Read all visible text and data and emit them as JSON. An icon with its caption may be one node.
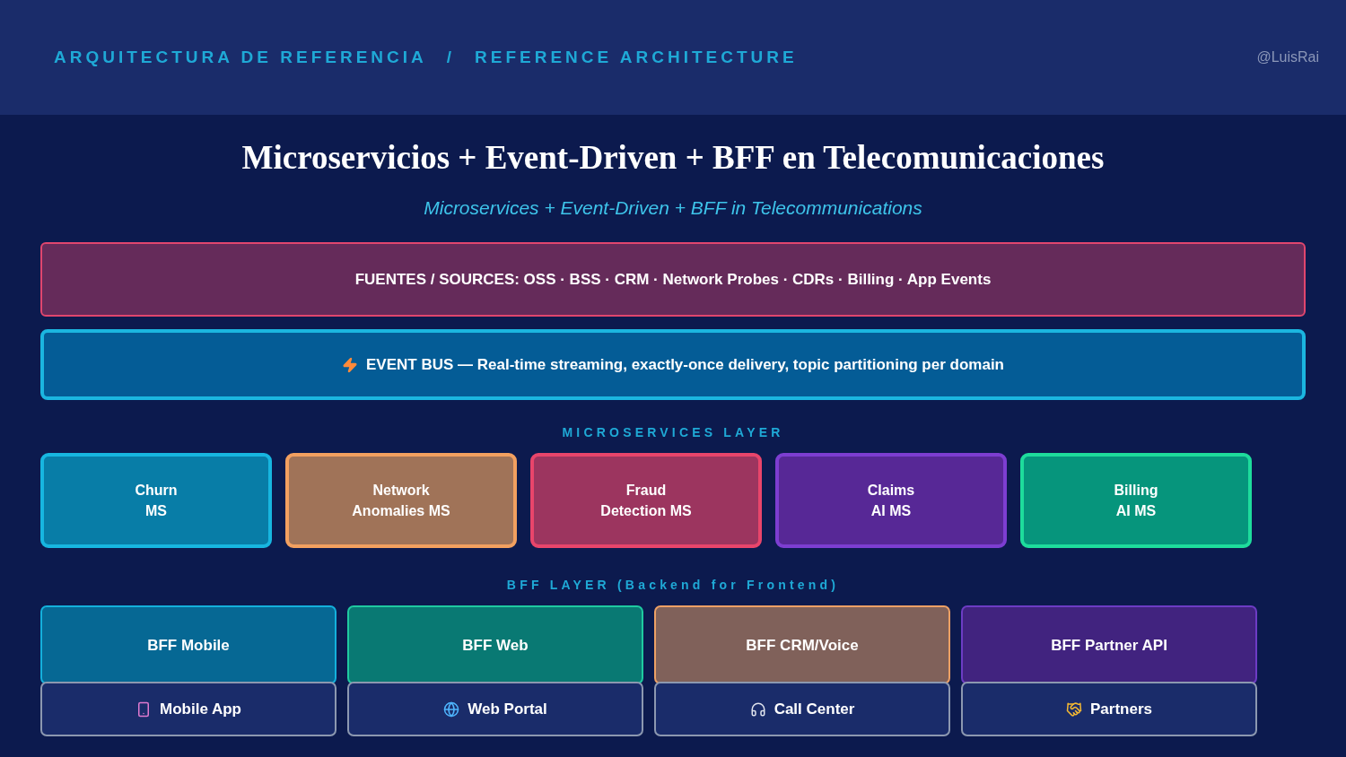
{
  "diagram": {
    "title": "Microservicios + Event-Driven + BFF en Telecomunicaciones",
    "nodes": [
      {
        "text": [
          "FUENTES / SOURCES: OSS · BSS · CRM · Network Probes · CDRs · Billing · App Events"
        ]
      },
      {
        "text": [
          "EVENT BUS — Real-time streaming, exactly-once delivery, topic partitioning per domain"
        ]
      },
      {
        "text": [
          "Churn MS"
        ]
      },
      {
        "text": [
          "Network Anomalies MS"
        ]
      },
      {
        "text": [
          "Fraud Detection MS"
        ]
      },
      {
        "text": [
          "Claims AI MS"
        ]
      },
      {
        "text": [
          "Billing AI MS"
        ]
      },
      {
        "text": [
          "BFF Mobile"
        ]
      },
      {
        "text": [
          "BFF Web"
        ]
      },
      {
        "text": [
          "BFF CRM/Voice"
        ]
      },
      {
        "text": [
          "BFF Partner API"
        ]
      },
      {
        "text": [
          "Mobile App"
        ]
      },
      {
        "text": [
          "Web Portal"
        ]
      },
      {
        "text": [
          "Call Center"
        ]
      },
      {
        "text": [
          "Partners"
        ]
      }
    ],
    "labels": [
      "ARQUITECTURA DE REFERENCIA",
      "/",
      "REFERENCE ARCHITECTURE",
      "@LuisRai",
      "Microservices + Event-Driven + BFF in Telecommunications",
      "MICROSERVICES LAYER",
      "BFF LAYER (Backend for Frontend)"
    ]
  }
}
